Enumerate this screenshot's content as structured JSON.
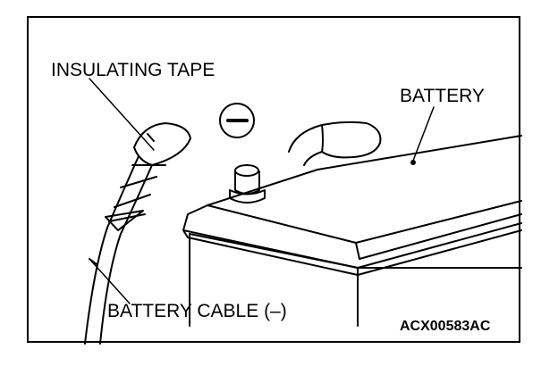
{
  "labels": {
    "insulating_tape": "INSULATING TAPE",
    "battery": "BATTERY",
    "battery_cable": "BATTERY CABLE (–)",
    "figure_code": "ACX00583AC"
  },
  "icons": {
    "negative_terminal_symbol": "minus-in-circle-icon"
  },
  "colors": {
    "line": "#000000",
    "background": "#ffffff"
  }
}
